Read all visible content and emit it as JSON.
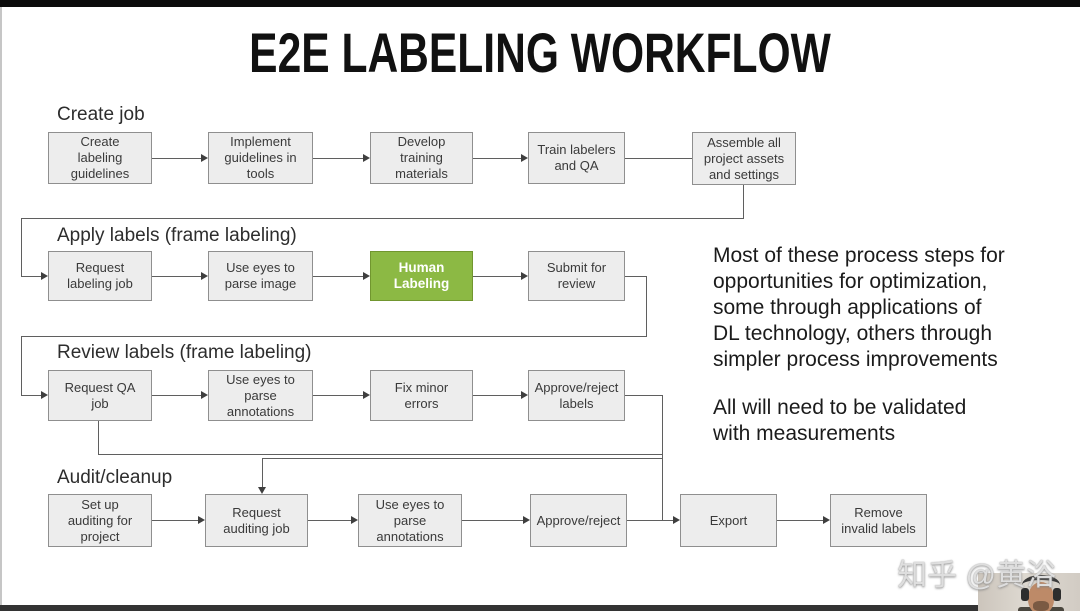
{
  "title": "E2E LABELING WORKFLOW",
  "sections": [
    {
      "label": "Create job"
    },
    {
      "label": "Apply labels (frame labeling)"
    },
    {
      "label": "Review labels (frame labeling)"
    },
    {
      "label": "Audit/cleanup"
    }
  ],
  "rows": [
    {
      "name": "create-job",
      "boxes": [
        {
          "label": "Create\nlabeling\nguidelines"
        },
        {
          "label": "Implement\nguidelines in\ntools"
        },
        {
          "label": "Develop\ntraining\nmaterials"
        },
        {
          "label": "Train labelers\nand QA"
        },
        {
          "label": "Assemble all\nproject assets\nand settings"
        }
      ]
    },
    {
      "name": "apply-labels",
      "boxes": [
        {
          "label": "Request\nlabeling job"
        },
        {
          "label": "Use eyes to\nparse image"
        },
        {
          "label": "Human\nLabeling",
          "highlight": true
        },
        {
          "label": "Submit for\nreview"
        }
      ]
    },
    {
      "name": "review-labels",
      "boxes": [
        {
          "label": "Request QA\njob"
        },
        {
          "label": "Use eyes to\nparse\nannotations"
        },
        {
          "label": "Fix minor\nerrors"
        },
        {
          "label": "Approve/reject\nlabels"
        }
      ]
    },
    {
      "name": "audit-cleanup",
      "boxes": [
        {
          "label": "Set up\nauditing for\nproject"
        },
        {
          "label": "Request\nauditing job"
        },
        {
          "label": "Use eyes to\nparse\nannotations"
        },
        {
          "label": "Approve/reject"
        },
        {
          "label": "Export"
        },
        {
          "label": "Remove\ninvalid labels"
        }
      ]
    }
  ],
  "notes": {
    "paragraph1": "Most of these process steps for\nopportunities for optimization,\nsome through applications of\nDL technology, others through\nsimpler process improvements",
    "paragraph2": "All will need to be validated\nwith measurements"
  },
  "watermark": "知乎 @黄浴",
  "colors": {
    "highlight_fill": "#8cb944",
    "highlight_border": "#71962f",
    "box_fill": "#ededed",
    "box_border": "#8f8f8f",
    "connector": "#5f5f5f"
  }
}
